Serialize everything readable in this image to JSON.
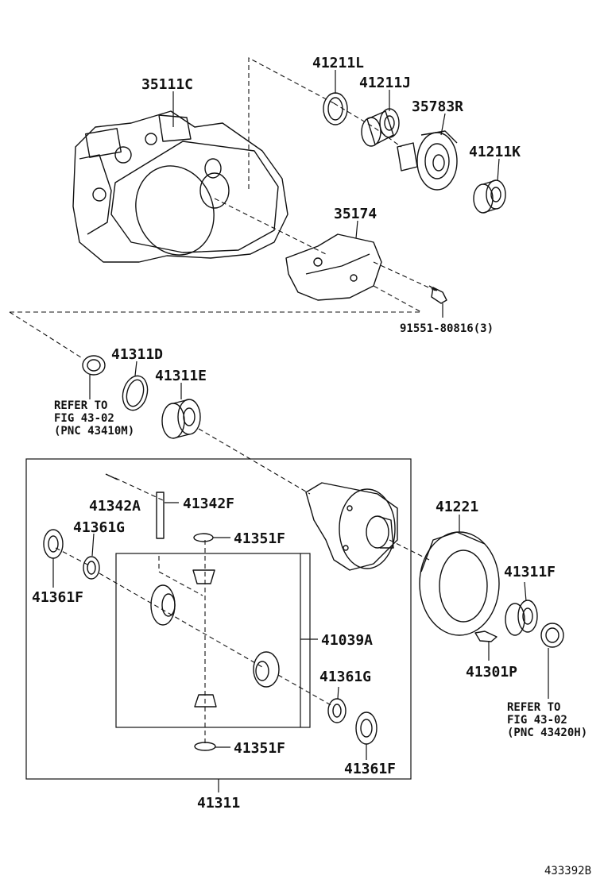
{
  "diagram_id": "433392B",
  "parts": {
    "p35111C": "35111C",
    "p41211L": "41211L",
    "p41211J": "41211J",
    "p35783R": "35783R",
    "p41211K": "41211K",
    "p35174": "35174",
    "p91551": "91551-80816(3)",
    "p41311D": "41311D",
    "p41311E": "41311E",
    "p41342A": "41342A",
    "p41342F": "41342F",
    "p41351F_top": "41351F",
    "p41361G_left": "41361G",
    "p41361F_left": "41361F",
    "p41039A": "41039A",
    "p41361G_right": "41361G",
    "p41351F_bottom": "41351F",
    "p41361F_right": "41361F",
    "p41311": "41311",
    "p41221": "41221",
    "p41311F": "41311F",
    "p41301P": "41301P"
  },
  "refer_left": {
    "line1": "REFER TO",
    "line2": "FIG 43-02",
    "line3": "(PNC 43410M)"
  },
  "refer_right": {
    "line1": "REFER TO",
    "line2": "FIG 43-02",
    "line3": "(PNC 43420H)"
  }
}
